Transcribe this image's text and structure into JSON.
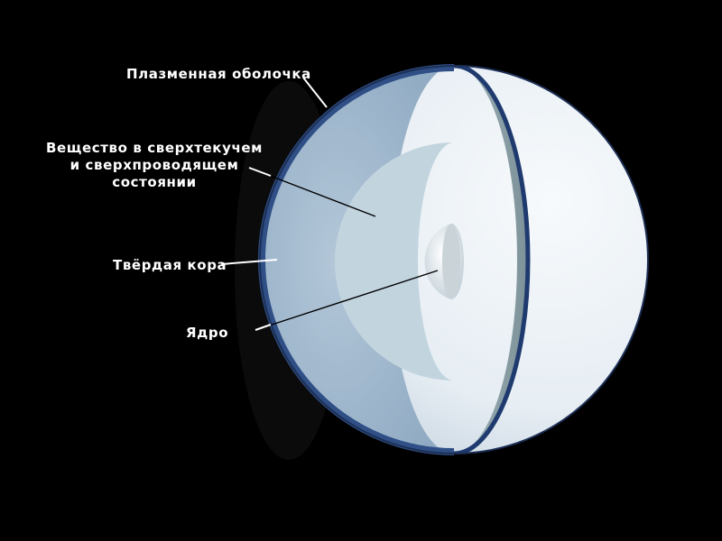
{
  "diagram": {
    "labels": {
      "plasma_shell": "Плазменная оболочка",
      "superfluid_matter_line1": "Вещество в сверхтекучем",
      "superfluid_matter_line2": "и сверхпроводящем",
      "superfluid_matter_line3": "состоянии",
      "solid_crust": "Твёрдая кора",
      "core": "Ядро"
    },
    "colors": {
      "background": "#000000",
      "plasma_shell_rim": "#2f4f86",
      "crust": "#9eb7cc",
      "superfluid_region": "#c0d4df",
      "core": "#e8eef2",
      "cut_face": "#8fa3a8",
      "outer_surface": "#e9eef4",
      "label_text": "#ffffff"
    }
  }
}
